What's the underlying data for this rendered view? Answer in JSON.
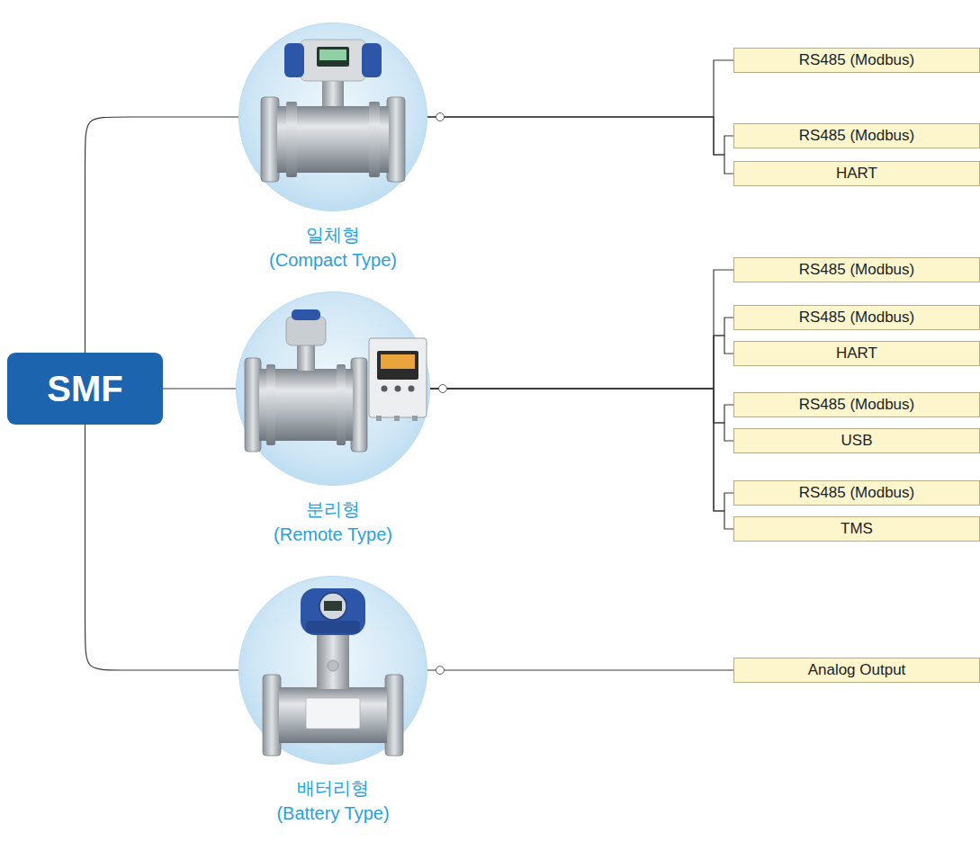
{
  "diagram": {
    "nodes": [
      {
        "text": [
          "SMF"
        ]
      },
      {
        "text": [
          "일체형 (Compact Type)"
        ]
      },
      {
        "text": [
          "분리형 (Remote Type)"
        ]
      },
      {
        "text": [
          "배터리형 (Battery Type)"
        ]
      },
      {
        "text": [
          "RS485 (Modbus)"
        ]
      },
      {
        "text": [
          "RS485 (Modbus)"
        ]
      },
      {
        "text": [
          "HART"
        ]
      },
      {
        "text": [
          "RS485 (Modbus)"
        ]
      },
      {
        "text": [
          "RS485 (Modbus)"
        ]
      },
      {
        "text": [
          "HART"
        ]
      },
      {
        "text": [
          "RS485 (Modbus)"
        ]
      },
      {
        "text": [
          "USB"
        ]
      },
      {
        "text": [
          "RS485 (Modbus)"
        ]
      },
      {
        "text": [
          "TMS"
        ]
      },
      {
        "text": [
          "Analog Output"
        ]
      }
    ],
    "edges": [
      {
        "from": 0,
        "to": 1,
        "arrow": "none"
      },
      {
        "from": 0,
        "to": 2,
        "arrow": "none"
      },
      {
        "from": 0,
        "to": 3,
        "arrow": "none"
      },
      {
        "from": 1,
        "to": 4,
        "arrow": "none"
      },
      {
        "from": 1,
        "to": 5,
        "arrow": "none"
      },
      {
        "from": 1,
        "to": 6,
        "arrow": "none"
      },
      {
        "from": 2,
        "to": 7,
        "arrow": "none"
      },
      {
        "from": 2,
        "to": 8,
        "arrow": "none"
      },
      {
        "from": 2,
        "to": 9,
        "arrow": "none"
      },
      {
        "from": 2,
        "to": 10,
        "arrow": "none"
      },
      {
        "from": 2,
        "to": 11,
        "arrow": "none"
      },
      {
        "from": 2,
        "to": 12,
        "arrow": "none"
      },
      {
        "from": 2,
        "to": 13,
        "arrow": "none"
      },
      {
        "from": 3,
        "to": 14,
        "arrow": "none"
      }
    ]
  }
}
